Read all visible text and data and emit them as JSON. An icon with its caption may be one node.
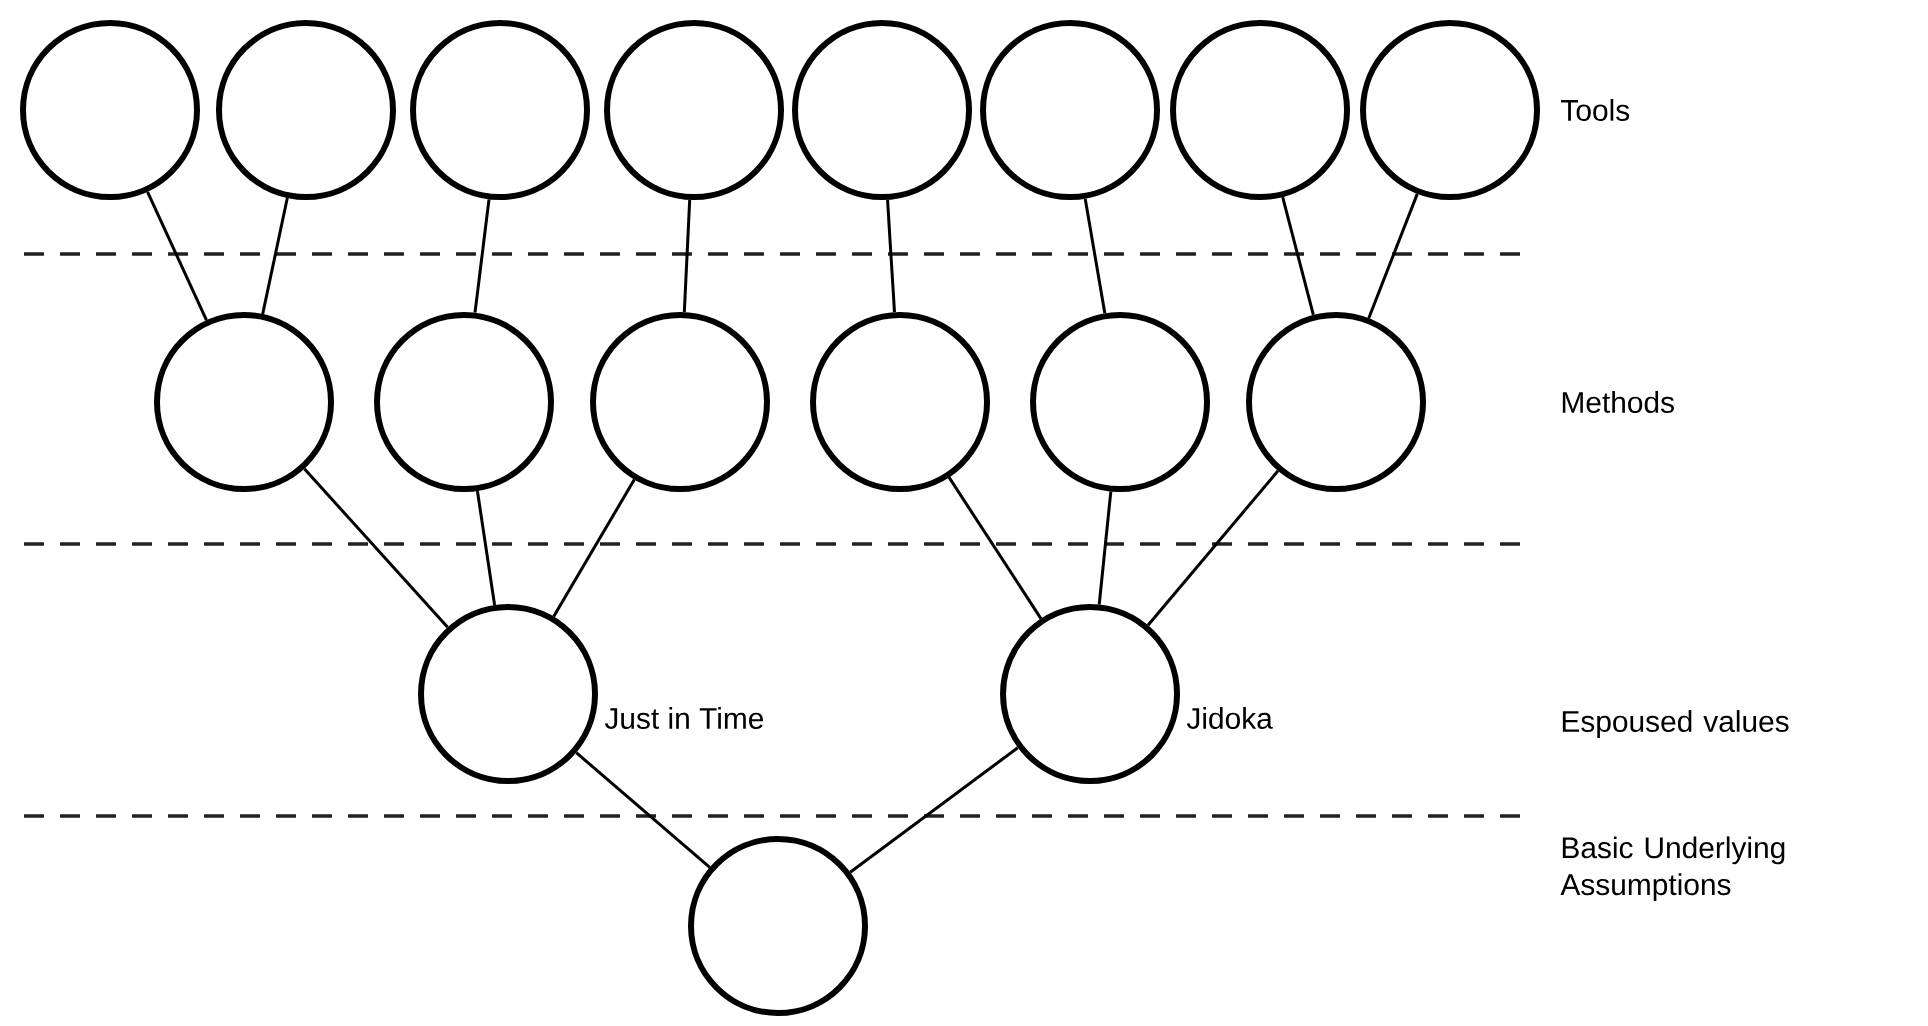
{
  "diagram": {
    "nodes": [
      {
        "text": [],
        "shape": "circle"
      },
      {
        "text": [],
        "shape": "circle"
      },
      {
        "text": [],
        "shape": "circle"
      },
      {
        "text": [],
        "shape": "circle"
      },
      {
        "text": [],
        "shape": "circle"
      },
      {
        "text": [],
        "shape": "circle"
      },
      {
        "text": [],
        "shape": "circle"
      },
      {
        "text": [],
        "shape": "circle"
      },
      {
        "text": [],
        "shape": "circle"
      },
      {
        "text": [],
        "shape": "circle"
      },
      {
        "text": [],
        "shape": "circle"
      },
      {
        "text": [],
        "shape": "circle"
      },
      {
        "text": [],
        "shape": "circle"
      },
      {
        "text": [],
        "shape": "circle"
      },
      {
        "text": [],
        "shape": "circle",
        "beside": [
          "Just in Time"
        ]
      },
      {
        "text": [],
        "shape": "circle",
        "beside": [
          "Jidoka"
        ]
      },
      {
        "text": [],
        "shape": "circle"
      }
    ],
    "edges": [
      {
        "from": 0,
        "to": 8,
        "arrow": "none"
      },
      {
        "from": 1,
        "to": 8,
        "arrow": "none"
      },
      {
        "from": 2,
        "to": 9,
        "arrow": "none"
      },
      {
        "from": 3,
        "to": 10,
        "arrow": "none"
      },
      {
        "from": 4,
        "to": 11,
        "arrow": "none"
      },
      {
        "from": 5,
        "to": 12,
        "arrow": "none"
      },
      {
        "from": 6,
        "to": 13,
        "arrow": "none"
      },
      {
        "from": 7,
        "to": 13,
        "arrow": "none"
      },
      {
        "from": 8,
        "to": 14,
        "arrow": "none"
      },
      {
        "from": 9,
        "to": 14,
        "arrow": "none"
      },
      {
        "from": 10,
        "to": 14,
        "arrow": "none"
      },
      {
        "from": 11,
        "to": 15,
        "arrow": "none"
      },
      {
        "from": 12,
        "to": 15,
        "arrow": "none"
      },
      {
        "from": 13,
        "to": 15,
        "arrow": "none"
      },
      {
        "from": 14,
        "to": 16,
        "arrow": "none"
      },
      {
        "from": 15,
        "to": 16,
        "arrow": "none"
      }
    ],
    "labels": [
      "Tools",
      "Methods",
      "Espoused values",
      "Basic Underlying Assumptions"
    ]
  }
}
